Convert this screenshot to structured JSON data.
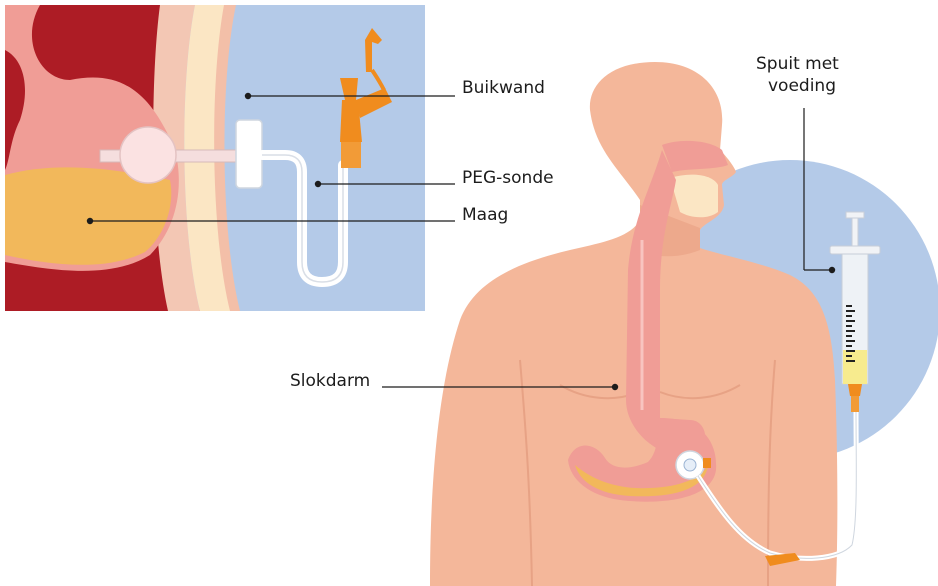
{
  "labels": {
    "buikwand": "Buikwand",
    "peg_sonde": "PEG-sonde",
    "maag": "Maag",
    "slokdarm": "Slokdarm",
    "spuit_line1": "Spuit met",
    "spuit_line2": "voeding"
  },
  "colors": {
    "inset_bg": "#b4cae8",
    "tissue_dark": "#ad1c25",
    "stomach_wall": "#f09d96",
    "stomach_content": "#f2b85b",
    "abdominal_wall": "#fbe6c4",
    "skin": "#f4b79a",
    "skin_shadow": "#eda98c",
    "circle_bg": "#b4cae8",
    "tube_orange": "#f08c1e",
    "feed_yellow": "#f7eb8e"
  }
}
